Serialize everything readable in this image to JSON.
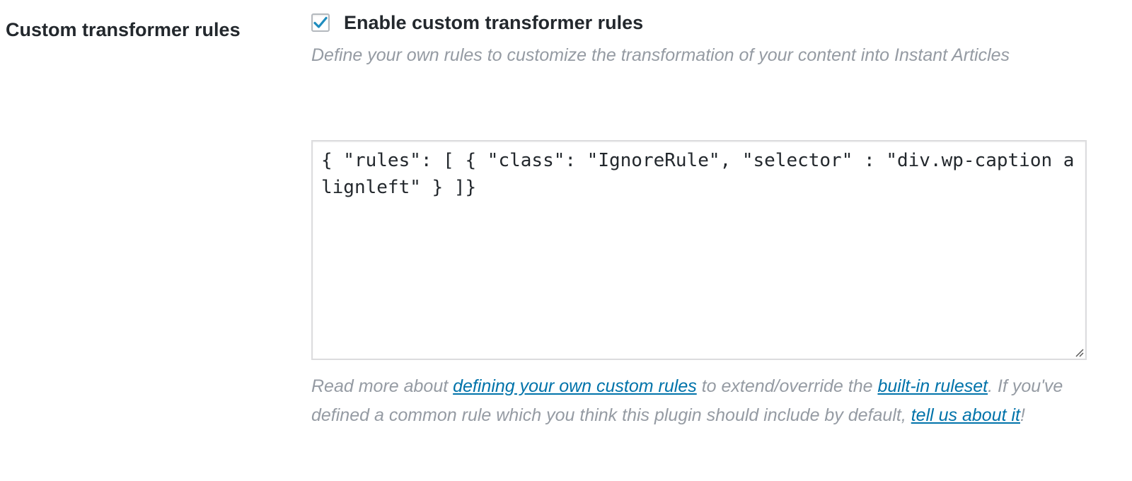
{
  "field": {
    "label": "Custom transformer rules"
  },
  "checkbox": {
    "label": "Enable custom transformer rules",
    "checked": true
  },
  "description": "Define your own rules to customize the transformation of your content into Instant Articles",
  "textarea": {
    "value": "{ \"rules\": [ { \"class\": \"IgnoreRule\", \"selector\" : \"div.wp-caption alignleft\" } ]}"
  },
  "help": {
    "part1": "Read more about ",
    "link1": "defining your own custom rules",
    "part2": " to extend/override the ",
    "link2": "built-in ruleset",
    "part3": ". If you've defined a common rule which you think this plugin should include by default, ",
    "link3": "tell us about it",
    "part4": "!"
  },
  "colors": {
    "text": "#23282d",
    "muted": "#959ba3",
    "link": "#0073aa",
    "check": "#1e8cbe"
  }
}
